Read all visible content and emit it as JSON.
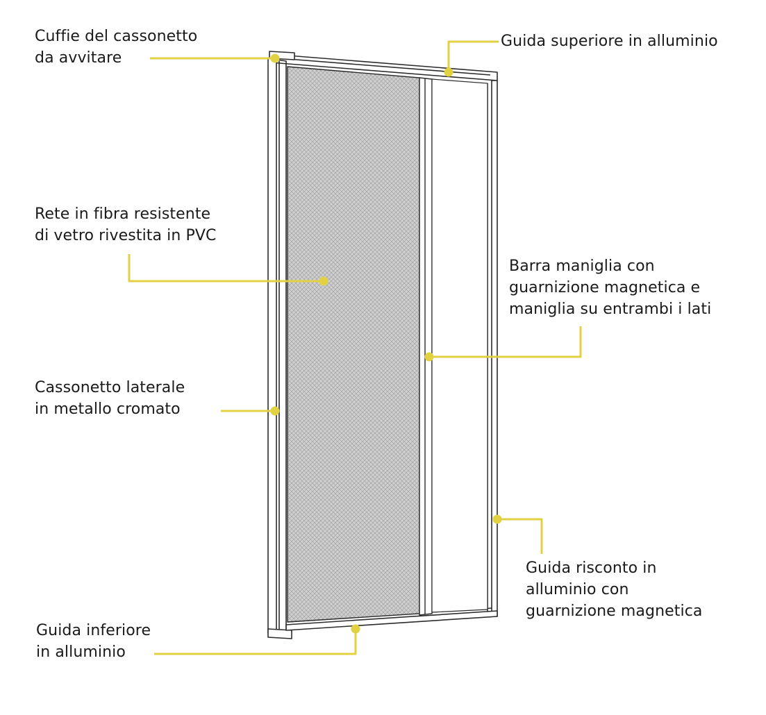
{
  "colors": {
    "accent": "#e2d243",
    "frame_stroke": "#2b2b2b",
    "mesh_fill": "#c9c9c9",
    "text": "#1a1a1a"
  },
  "labels": {
    "caps": {
      "line1": "Cuffie del cassonetto",
      "line2": "da avvitare"
    },
    "top_rail": {
      "line1": "Guida superiore in alluminio"
    },
    "mesh": {
      "line1": "Rete in fibra resistente",
      "line2": "di vetro rivestita in PVC"
    },
    "handle_bar": {
      "line1": "Barra maniglia con",
      "line2": "guarnizione  magnetica e",
      "line3": "maniglia su entrambi i lati"
    },
    "side_box": {
      "line1": "Cassonetto laterale",
      "line2": "in metallo cromato"
    },
    "striker_rail": {
      "line1": "Guida risconto in",
      "line2": "alluminio con",
      "line3": "guarnizione magnetica"
    },
    "bottom_rail": {
      "line1": "Guida inferiore",
      "line2": "in alluminio"
    }
  }
}
